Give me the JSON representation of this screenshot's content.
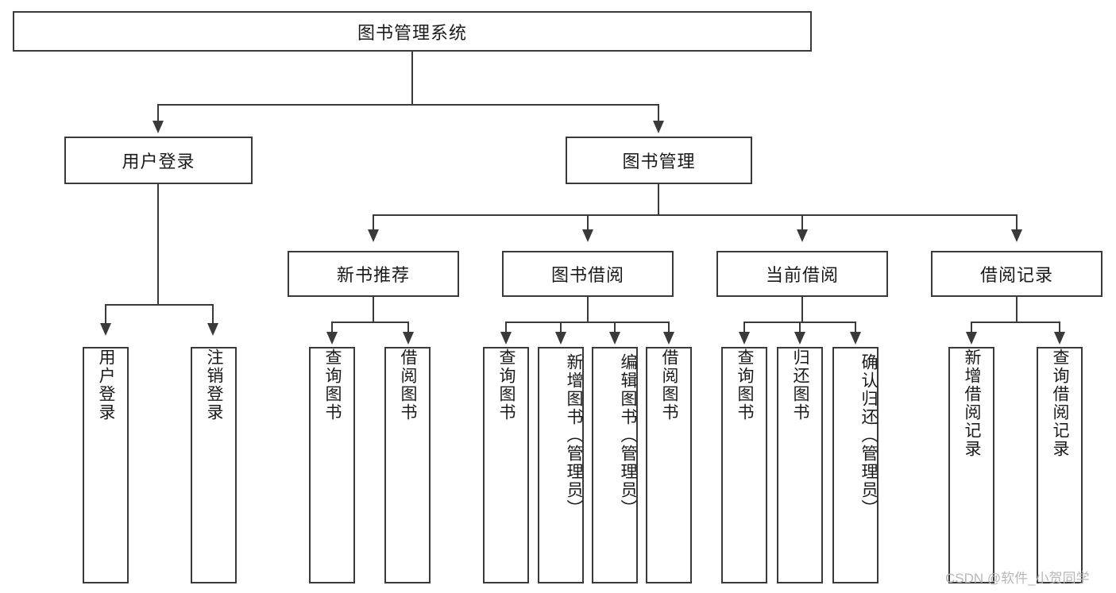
{
  "diagram": {
    "title": "图书管理系统",
    "type": "tree-hierarchy-chart",
    "root": {
      "label": "图书管理系统"
    },
    "level2": [
      {
        "label": "用户登录"
      },
      {
        "label": "图书管理"
      }
    ],
    "level3": [
      {
        "label": "新书推荐"
      },
      {
        "label": "图书借阅"
      },
      {
        "label": "当前借阅"
      },
      {
        "label": "借阅记录"
      }
    ],
    "leaves": {
      "user_login": [
        {
          "label": "用户登录"
        },
        {
          "label": "注销登录"
        }
      ],
      "new_book_recommend": [
        {
          "label": "查询图书"
        },
        {
          "label": "借阅图书"
        }
      ],
      "book_borrow": [
        {
          "label": "查询图书"
        },
        {
          "label": "新增图书（管理员）"
        },
        {
          "label": "编辑图书（管理员）"
        },
        {
          "label": "借阅图书"
        }
      ],
      "current_borrow": [
        {
          "label": "查询图书"
        },
        {
          "label": "归还图书"
        },
        {
          "label": "确认归还（管理员）"
        }
      ],
      "borrow_record": [
        {
          "label": "新增借阅记录"
        },
        {
          "label": "查询借阅记录"
        }
      ]
    }
  },
  "watermark": {
    "text": "CSDN @软件_小贺同学"
  },
  "colors": {
    "stroke": "#3a3a3a",
    "fill": "#ffffff",
    "text": "#1a1a1a",
    "watermark": "#b8b8b8"
  }
}
